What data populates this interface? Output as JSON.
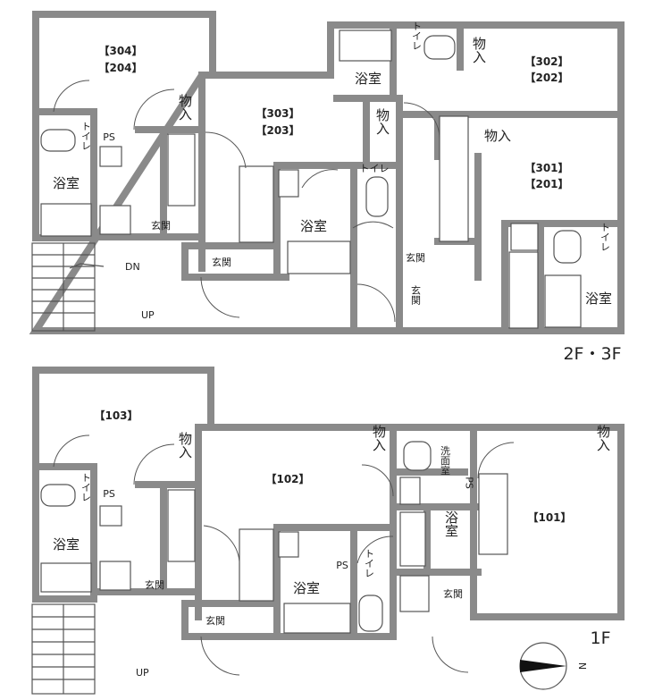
{
  "floors": {
    "upper": {
      "label": "2F・3F",
      "units": [
        {
          "a": "【304】",
          "b": "【204】"
        },
        {
          "a": "【303】",
          "b": "【203】"
        },
        {
          "a": "【302】",
          "b": "【202】"
        },
        {
          "a": "【301】",
          "b": "【201】"
        }
      ],
      "stair": {
        "dn": "DN",
        "up": "UP"
      }
    },
    "lower": {
      "label": "1F",
      "units": [
        "【103】",
        "【102】",
        "【101】"
      ],
      "stair": {
        "up": "UP"
      }
    }
  },
  "spaces": {
    "closet": "物入",
    "bath": "浴室",
    "toilet": "トイレ",
    "entrance": "玄関",
    "washroom": "洗面室",
    "ps": "PS"
  },
  "compass": {
    "label": "N"
  }
}
